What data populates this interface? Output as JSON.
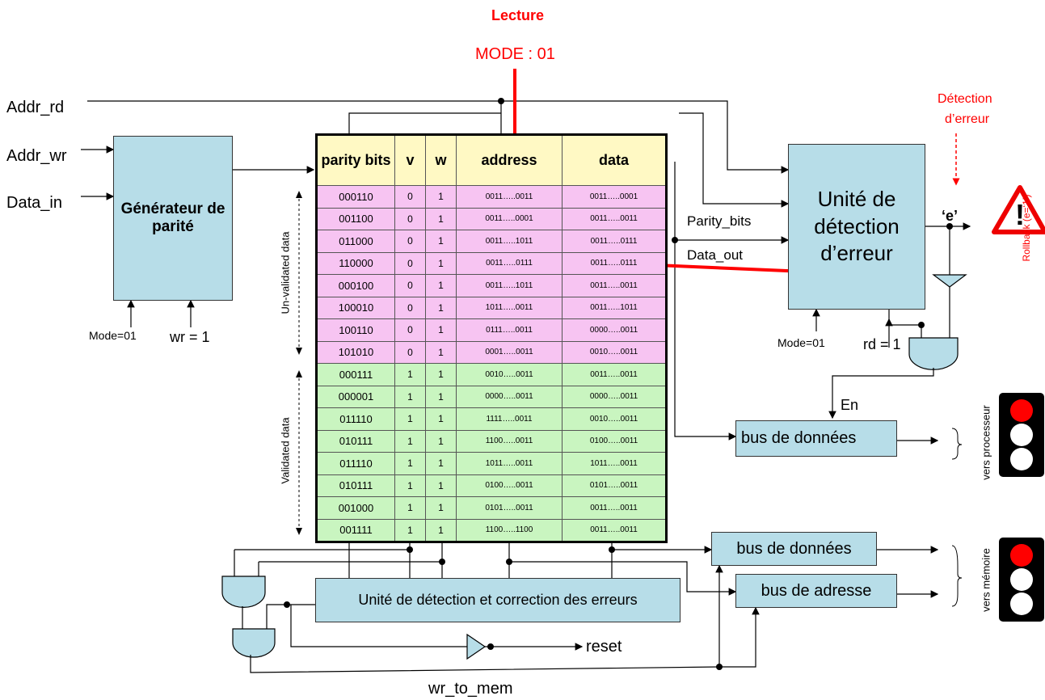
{
  "mode": {
    "title": "Lecture",
    "value": "MODE : 01"
  },
  "signals": {
    "addr_rd": "Addr_rd",
    "addr_wr": "Addr_wr",
    "data_in": "Data_in",
    "mode_gen": "Mode=01",
    "wr": "wr = 1",
    "parity_bits": "Parity_bits",
    "data_out": "Data_out",
    "e": "‘e’",
    "rollback": "Rollback (e=‘1’)",
    "mode_det": "Mode=01",
    "rd": "rd = 1",
    "en": "En",
    "reset": "reset",
    "wr_to_mem": "wr_to_mem"
  },
  "detection_note": {
    "line1": "Détection",
    "line2": "d’erreur"
  },
  "blocks": {
    "parity_gen": "Générateur de parité",
    "error_unit": "Unité de détection d’erreur",
    "bus_proc": "bus de données",
    "bus_mem_data": "bus de données",
    "bus_mem_addr": "bus de adresse",
    "correction_unit": "Unité de détection et correction des erreurs"
  },
  "side_labels": {
    "unvalidated": "Un-validated data",
    "validated": "Validated data",
    "to_proc": "vers processeur",
    "to_mem": "vers mémoire"
  },
  "table": {
    "headers": [
      "parity bits",
      "v",
      "w",
      "address",
      "data"
    ],
    "rows": [
      [
        "000110",
        "0",
        "1",
        "0011…..0011",
        "0011…..0001"
      ],
      [
        "001100",
        "0",
        "1",
        "0011…..0001",
        "0011…..0011"
      ],
      [
        "011000",
        "0",
        "1",
        "0011…..1011",
        "0011…..0111"
      ],
      [
        "110000",
        "0",
        "1",
        "0011…..0111",
        "0011…..0111"
      ],
      [
        "000100",
        "0",
        "1",
        "0011…..1011",
        "0011…..0011"
      ],
      [
        "100010",
        "0",
        "1",
        "1011…..0011",
        "0011…..1011"
      ],
      [
        "100110",
        "0",
        "1",
        "0111…..0011",
        "0000…..0011"
      ],
      [
        "101010",
        "0",
        "1",
        "0001…..0011",
        "0010…..0011"
      ],
      [
        "000111",
        "1",
        "1",
        "0010…..0011",
        "0011…..0011"
      ],
      [
        "000001",
        "1",
        "1",
        "0000…..0011",
        "0000…..0011"
      ],
      [
        "011110",
        "1",
        "1",
        "1111…..0011",
        "0010…..0011"
      ],
      [
        "010111",
        "1",
        "1",
        "1100…..0011",
        "0100…..0011"
      ],
      [
        "011110",
        "1",
        "1",
        "1011…..0011",
        "1011…..0011"
      ],
      [
        "010111",
        "1",
        "1",
        "0100…..0011",
        "0101…..0011"
      ],
      [
        "001000",
        "1",
        "1",
        "0101…..0011",
        "0011…..0011"
      ],
      [
        "001111",
        "1",
        "1",
        "1100…..1100",
        "0011…..0011"
      ]
    ],
    "unvalidated_count": 8
  },
  "colors": {
    "red": "#ff0000",
    "box": "#b7dde8",
    "unvalidated": "#f7c4f2",
    "validated": "#c9f5c0",
    "header": "#fff9c4"
  }
}
